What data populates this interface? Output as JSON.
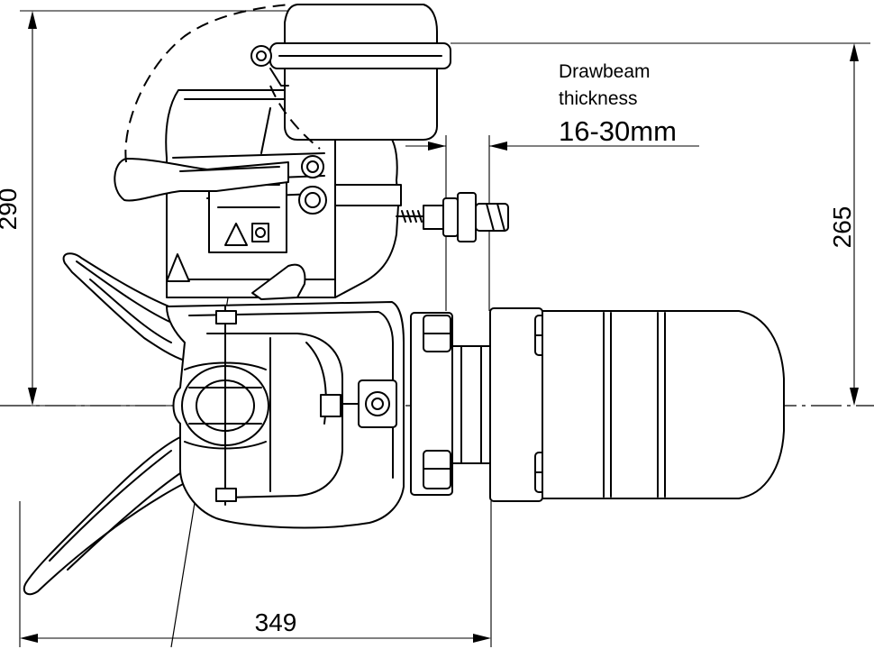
{
  "dimensions": {
    "height_overall": "290",
    "height_to_center": "265",
    "length": "349",
    "drawbeam_label_line1": "Drawbeam",
    "drawbeam_label_line2": "thickness",
    "drawbeam_range": "16-30mm"
  },
  "icons": {
    "warning": "warning-triangle-icon"
  }
}
